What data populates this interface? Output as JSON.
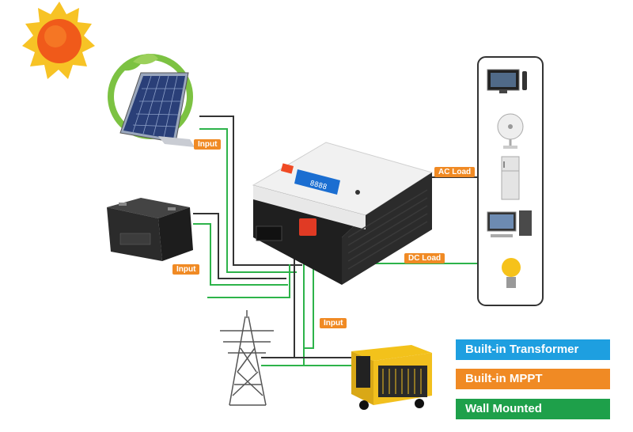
{
  "labels": {
    "solar_input": "Input",
    "battery_input": "Input",
    "grid_input": "Input",
    "ac_load": "AC Load",
    "dc_load": "DC Load"
  },
  "features": [
    {
      "label": "Built-in Transformer",
      "color": "#1e9fe0"
    },
    {
      "label": "Built-in MPPT",
      "color": "#f08a24"
    },
    {
      "label": "Wall Mounted",
      "color": "#1ea04a"
    }
  ],
  "icons": [
    "sun-icon",
    "solar-panel-icon",
    "battery-icon",
    "transmission-tower-icon",
    "generator-icon",
    "inverter-icon",
    "tv-icon",
    "fan-icon",
    "refrigerator-icon",
    "computer-icon",
    "light-bulb-icon"
  ],
  "colors": {
    "wire_green": "#2db34a",
    "wire_dark": "#333333",
    "tag_orange": "#f08a24"
  }
}
